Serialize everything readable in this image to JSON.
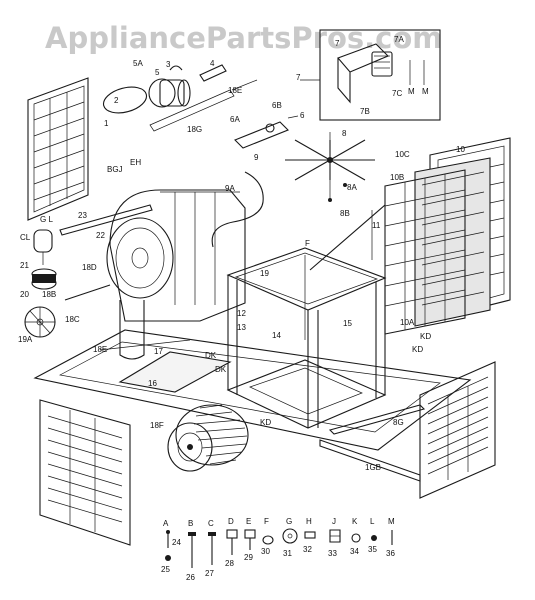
{
  "watermark": "AppliancePartsPros.com",
  "labels": {
    "l1": "1",
    "l2": "2",
    "l3": "3",
    "l4": "4",
    "l5": "5",
    "l5a": "5A",
    "l6": "6",
    "l6a": "6A",
    "l6b": "6B",
    "l7": "7",
    "l7a": "7A",
    "l7b": "7B",
    "l7c": "7C",
    "l8": "8",
    "l8a": "8A",
    "l8b": "8B",
    "l9": "9",
    "l9a": "9A",
    "l10": "10",
    "l10a": "10A",
    "l10b": "10B",
    "l10c": "10C",
    "l11": "11",
    "l12": "12",
    "l13": "13",
    "l14": "14",
    "l15": "15",
    "l16": "16",
    "l17": "17",
    "l18b": "18B",
    "l18c": "18C",
    "l18d": "18D",
    "l18e": "18E",
    "l18f": "18F",
    "l18g": "18G",
    "l18e2": "18E",
    "l19": "19",
    "l19a": "19A",
    "l20": "20",
    "l21": "21",
    "l22": "22",
    "l23": "23",
    "lbgj": "BGJ",
    "leh": "EH",
    "lcl": "CL",
    "lgl": "G L",
    "lkd1": "KD",
    "lkd2": "KD",
    "ldk1": "DK",
    "ldk2": "DK",
    "lkd3": "KD",
    "lbg": "8G",
    "l1gb": "1GB",
    "lm1": "M",
    "lm2": "M",
    "lf": "F",
    "hw": [
      {
        "letter": "A",
        "num": "24"
      },
      {
        "letter": "",
        "num": "25"
      },
      {
        "letter": "B",
        "num": "26"
      },
      {
        "letter": "C",
        "num": "27"
      },
      {
        "letter": "D",
        "num": "28"
      },
      {
        "letter": "E",
        "num": "29"
      },
      {
        "letter": "F",
        "num": "30"
      },
      {
        "letter": "G",
        "num": "31"
      },
      {
        "letter": "H",
        "num": "32"
      },
      {
        "letter": "J",
        "num": "33"
      },
      {
        "letter": "K",
        "num": "34"
      },
      {
        "letter": "L",
        "num": "35"
      },
      {
        "letter": "M",
        "num": "36"
      }
    ]
  }
}
